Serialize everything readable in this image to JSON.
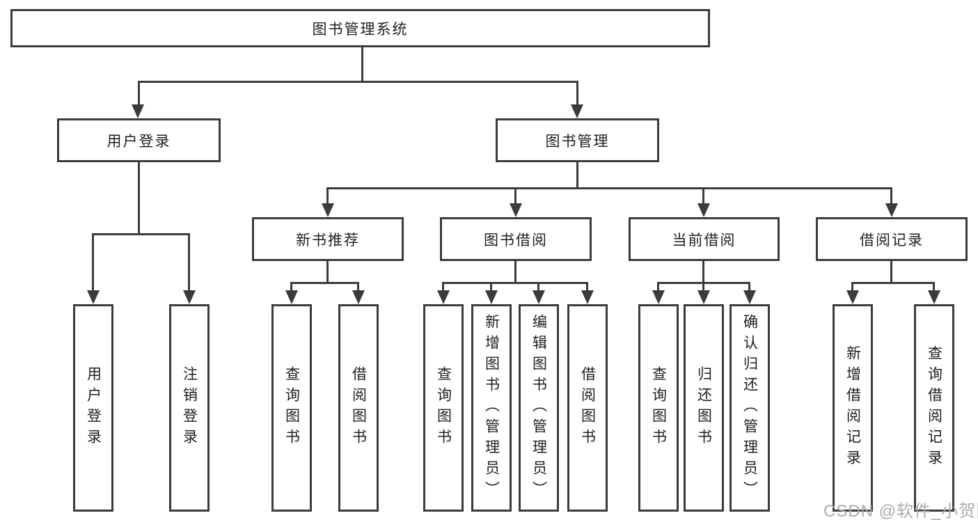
{
  "diagram": {
    "title": "图书管理系统",
    "root": "图书管理系统",
    "level2": {
      "user_login": "用户登录",
      "book_management": "图书管理"
    },
    "level3": {
      "new_book_recommend": "新书推荐",
      "book_borrow": "图书借阅",
      "current_borrow": "当前借阅",
      "borrow_records": "借阅记录"
    },
    "leaves": {
      "user_login": [
        "用户登录",
        "注销登录"
      ],
      "new_book_recommend": [
        "查询图书",
        "借阅图书"
      ],
      "book_borrow": [
        "查询图书",
        "新增图书（管理员）",
        "编辑图书（管理员）",
        "借阅图书"
      ],
      "current_borrow": [
        "查询图书",
        "归还图书",
        "确认归还（管理员）"
      ],
      "borrow_records": [
        "新增借阅记录",
        "查询借阅记录"
      ]
    }
  },
  "watermark": "CSDN @软件_小贺同学",
  "colors": {
    "line": "#3b3b3b",
    "box_border": "#3b3b3b",
    "box_fill": "#ffffff",
    "text": "#1f1f1f",
    "watermark": "#ababab",
    "background": "#ffffff"
  }
}
